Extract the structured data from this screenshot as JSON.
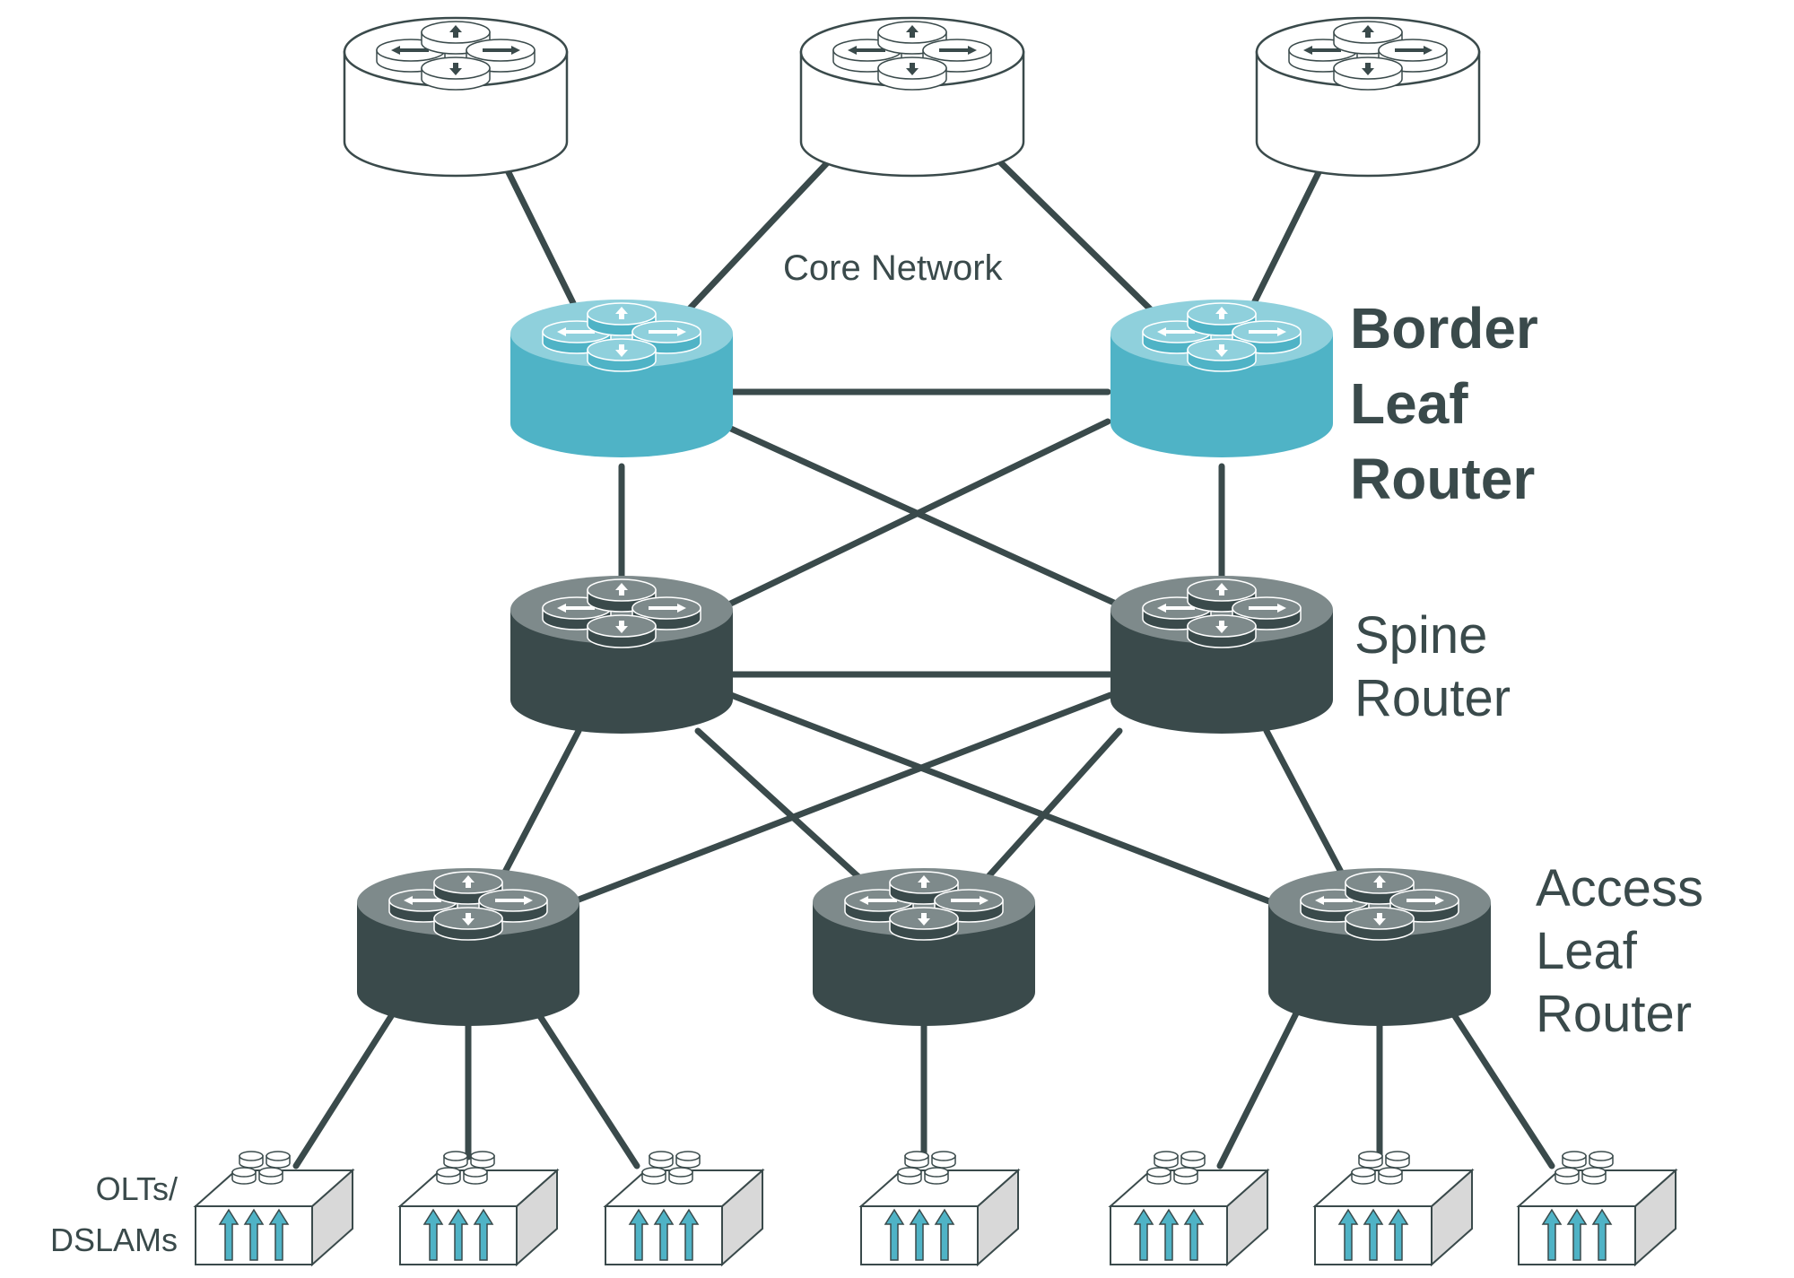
{
  "labels": {
    "core_network": "Core Network",
    "border_leaf": [
      "Border",
      "Leaf",
      "Router"
    ],
    "spine": [
      "Spine",
      "Router"
    ],
    "access_leaf": [
      "Access",
      "Leaf",
      "Router"
    ],
    "olts": [
      "OLTs/",
      "DSLAMs"
    ]
  },
  "colors": {
    "line": "#3a4a4b",
    "core_fill": "#ffffff",
    "core_top": "#f4f4f4",
    "border_leaf_body": "#4fb3c6",
    "border_leaf_top": "#8fd0dc",
    "spine_body": "#3a4a4b",
    "spine_top": "#7e8a8b",
    "olt_arrow": "#4fb3c6",
    "olt_side": "#d8d8d8"
  },
  "icons": {
    "core_router": "router-icon",
    "border_leaf_router": "router-icon",
    "spine_router": "router-icon",
    "access_leaf_router": "router-icon",
    "olt": "olt-dslam-icon"
  }
}
